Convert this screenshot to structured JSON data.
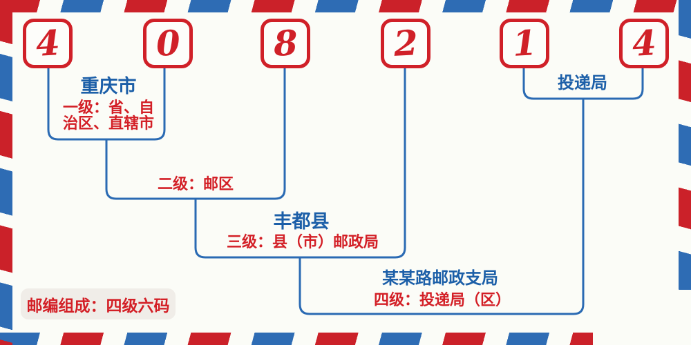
{
  "postal_code": {
    "digits": [
      "4",
      "0",
      "8",
      "2",
      "1",
      "4"
    ]
  },
  "levels": {
    "level1": {
      "name": "重庆市",
      "desc_line1": "一级：省、自",
      "desc_line2": "治区、直辖市"
    },
    "level2": {
      "desc": "二级：邮区"
    },
    "level3": {
      "name": "丰都县",
      "desc": "三级：县（市）邮政局"
    },
    "level4_bracket": {
      "name": "投递局"
    },
    "level4": {
      "name": "某某路邮政支局",
      "desc": "四级：投递局（区）"
    }
  },
  "footer": {
    "composition_note": "邮编组成：四级六码"
  },
  "colors": {
    "stripe_red": "#cb2129",
    "stripe_blue": "#2e6cb4",
    "box_red": "#d02028",
    "line_blue": "#2a6ab3",
    "text_blue": "#1c5fa8",
    "text_red": "#d31f26",
    "background": "#fbfcf7",
    "badge_background": "#f0ede8"
  }
}
